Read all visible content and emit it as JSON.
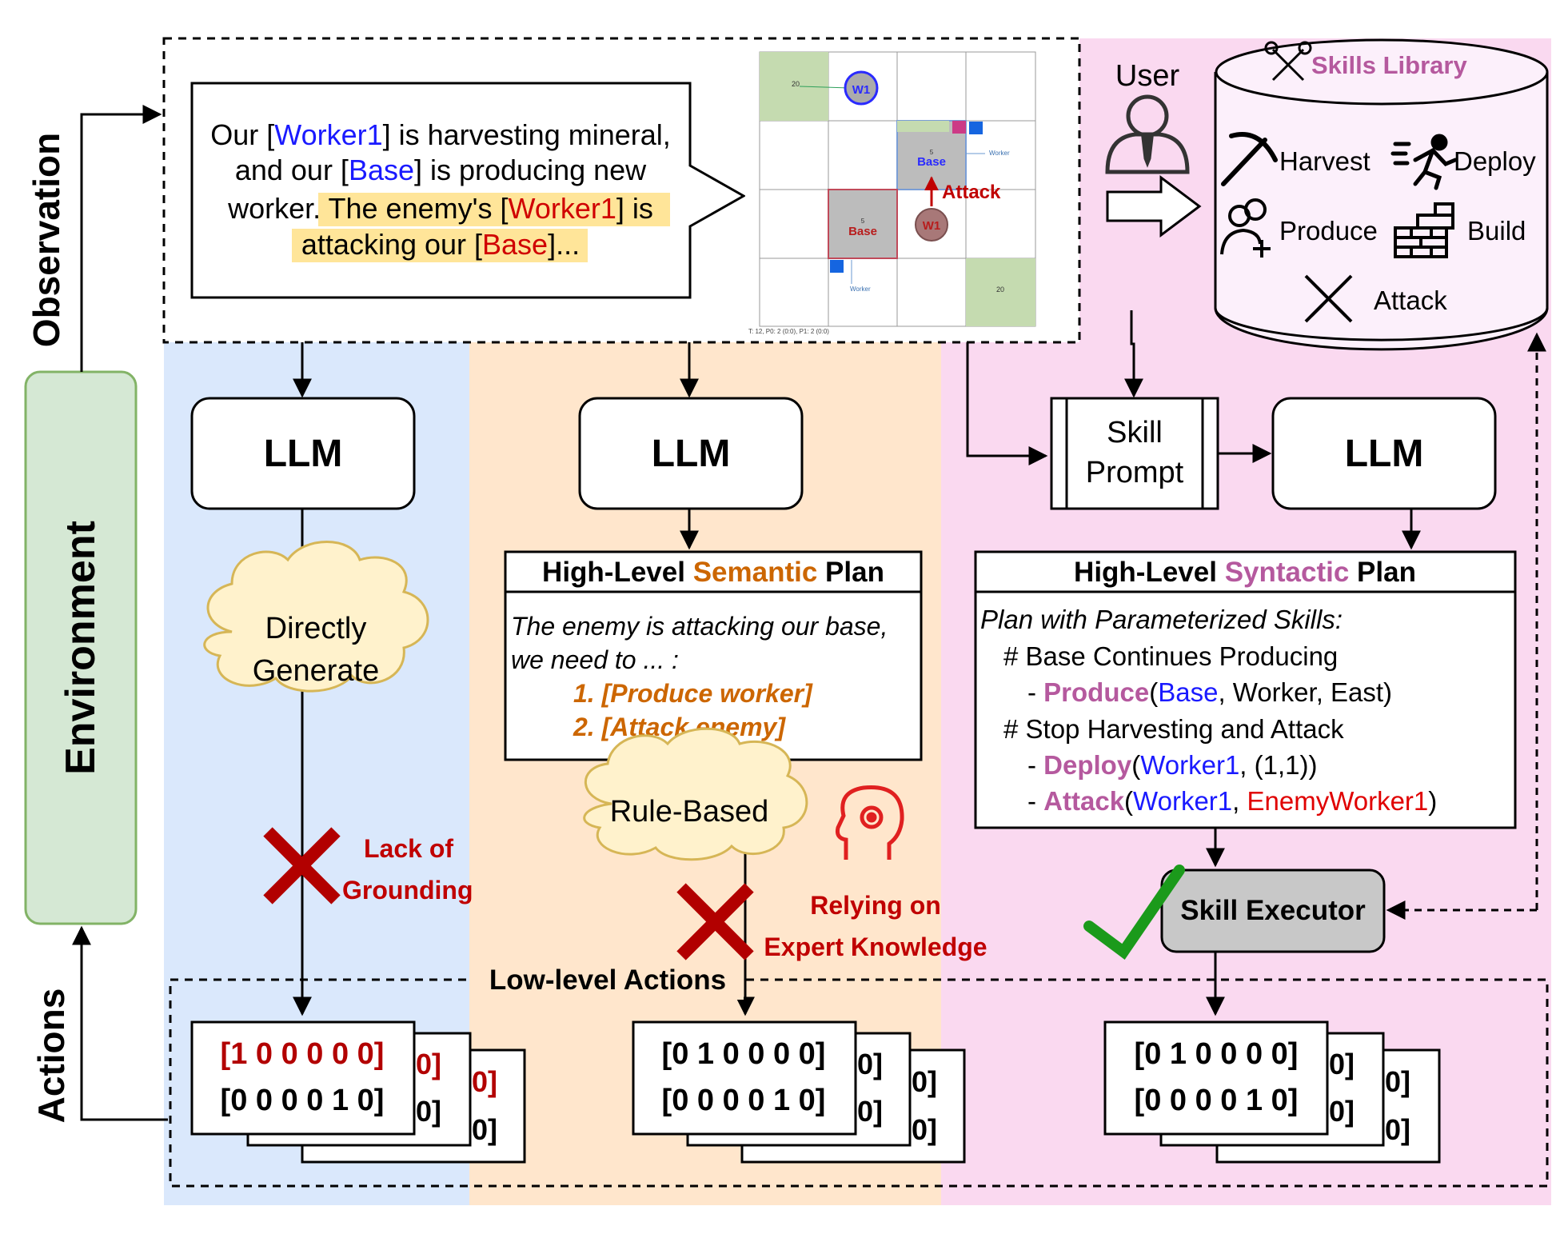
{
  "side": {
    "observation": "Observation",
    "environment": "Environment",
    "actions": "Actions"
  },
  "observation_text": {
    "l1a": "Our [",
    "l1b": "Worker1",
    "l1c": "] is harvesting mineral,",
    "l2a": "and our [",
    "l2b": "Base",
    "l2c": "] is producing new",
    "l3a": "worker. ",
    "l3b": "The enemy's [",
    "l3c": "Worker1",
    "l3d": "] is",
    "l4a": "attacking our [",
    "l4b": "Base",
    "l4c": "]..."
  },
  "game_map": {
    "w1_top": "W1",
    "base_right": "Base",
    "base_right_num": "5",
    "worker_label_right": "Worker",
    "attack": "Attack",
    "base_left": "Base",
    "base_left_num": "5",
    "w1_enemy": "W1",
    "worker_label_bottom": "Worker",
    "resource_top": "20",
    "resource_bottom": "20",
    "footer": "T: 12, P0: 2 (0:0), P1: 2 (0:0)"
  },
  "user_label": "User",
  "skills_library": {
    "title": "Skills Library",
    "skills": [
      "Harvest",
      "Deploy",
      "Produce",
      "Build",
      "Attack"
    ]
  },
  "llm_label": "LLM",
  "skill_prompt": {
    "line1": "Skill",
    "line2": "Prompt"
  },
  "col1": {
    "cloud_line1": "Directly",
    "cloud_line2": "Generate",
    "fail_line1": "Lack of",
    "fail_line2": "Grounding"
  },
  "col2": {
    "plan_title_a": "High-Level ",
    "plan_title_b": "Semantic",
    "plan_title_c": " Plan",
    "body_line1": "The enemy is attacking our base,",
    "body_line2": "we need to ... :",
    "item1": "1. [Produce worker]",
    "item2": "2. [Attack enemy]",
    "cloud": "Rule-Based",
    "fail_line1": "Relying on",
    "fail_line2": "Expert Knowledge"
  },
  "col3": {
    "plan_title_a": "High-Level ",
    "plan_title_b": "Syntactic",
    "plan_title_c": " Plan",
    "header": "Plan with Parameterized Skills:",
    "c1": "# Base Continues Producing",
    "p_dash": "- ",
    "p_skill": "Produce",
    "p_open": "(",
    "p_arg1": "Base",
    "p_rest": ", Worker, East)",
    "c2": "# Stop Harvesting and Attack",
    "d_dash": "- ",
    "d_skill": "Deploy",
    "d_open": "(",
    "d_arg1": "Worker1",
    "d_rest": ", (1,1))",
    "a_dash": "- ",
    "a_skill": "Attack",
    "a_open": "(",
    "a_arg1": "Worker1",
    "a_sep": ", ",
    "a_arg2": "EnemyWorker1",
    "a_close": ")",
    "executor": "Skill Executor"
  },
  "low_level_title": "Low-level Actions",
  "actions": {
    "col1_row1": "[1 0 0 0 0 0]",
    "col1_row2": "[0 0 0 0 1 0]",
    "col2_row1": "[0 1 0 0 0 0]",
    "col2_row2": "[0 0 0 0 1 0]",
    "col3_row1": "[0 1 0 0 0 0]",
    "col3_row2": "[0 0 0 0 1 0]",
    "back_a": "0]",
    "back_b": "0]"
  },
  "colors": {
    "blue_panel": "#dae8fc",
    "orange_panel": "#ffe6cc",
    "pink_panel": "#fad9f0",
    "env_fill": "#d5e8d4",
    "env_stroke": "#82b366",
    "red": "#b20000",
    "semantic": "#cc6600",
    "syntactic": "#b5599e",
    "blue_text": "#1a1aff"
  }
}
